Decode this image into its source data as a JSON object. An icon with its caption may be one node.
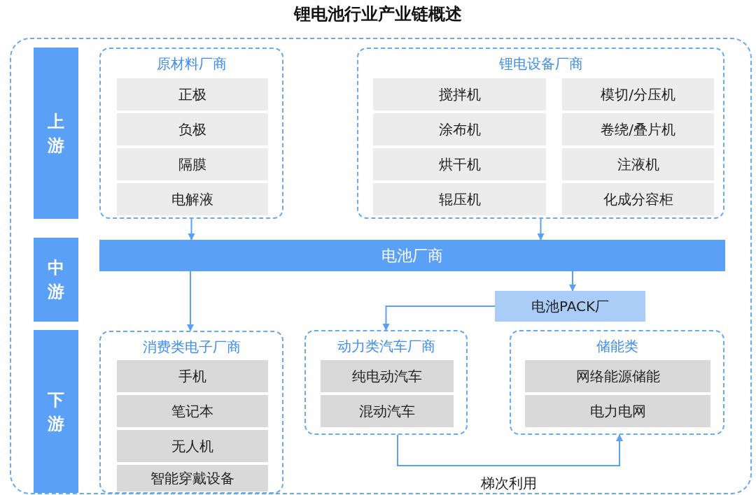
{
  "diagram": {
    "title": "锂电池行业产业链概述",
    "nodes": [
      {
        "text": [
          "上游"
        ]
      },
      {
        "text": [
          "中游"
        ]
      },
      {
        "text": [
          "下游"
        ]
      },
      {
        "text": [
          "原材料厂商"
        ]
      },
      {
        "text": [
          "正极"
        ],
        "in": 3
      },
      {
        "text": [
          "负极"
        ],
        "in": 3
      },
      {
        "text": [
          "隔膜"
        ],
        "in": 3
      },
      {
        "text": [
          "电解液"
        ],
        "in": 3
      },
      {
        "text": [
          "锂电设备厂商"
        ]
      },
      {
        "text": [
          "搅拌机"
        ],
        "in": 8
      },
      {
        "text": [
          "模切/分压机"
        ],
        "in": 8
      },
      {
        "text": [
          "涂布机"
        ],
        "in": 8
      },
      {
        "text": [
          "卷绕/叠片机"
        ],
        "in": 8
      },
      {
        "text": [
          "烘干机"
        ],
        "in": 8
      },
      {
        "text": [
          "注液机"
        ],
        "in": 8
      },
      {
        "text": [
          "辊压机"
        ],
        "in": 8
      },
      {
        "text": [
          "化成分容柜"
        ],
        "in": 8
      },
      {
        "text": [
          "电池厂商"
        ]
      },
      {
        "text": [
          "电池PACK厂"
        ]
      },
      {
        "text": [
          "消费类电子厂商"
        ]
      },
      {
        "text": [
          "手机"
        ],
        "in": 19
      },
      {
        "text": [
          "笔记本"
        ],
        "in": 19
      },
      {
        "text": [
          "无人机"
        ],
        "in": 19
      },
      {
        "text": [
          "智能穿戴设备"
        ],
        "in": 19
      },
      {
        "text": [
          "动力类汽车厂商"
        ]
      },
      {
        "text": [
          "纯电动汽车"
        ],
        "in": 24
      },
      {
        "text": [
          "混动汽车"
        ],
        "in": 24
      },
      {
        "text": [
          "储能类"
        ]
      },
      {
        "text": [
          "网络能源储能"
        ],
        "in": 27
      },
      {
        "text": [
          "电力电网"
        ],
        "in": 27
      }
    ],
    "edges": [
      {
        "from": 3,
        "to": 17,
        "arrow": "to"
      },
      {
        "from": 8,
        "to": 17,
        "arrow": "to"
      },
      {
        "from": 17,
        "to": 19,
        "arrow": "to"
      },
      {
        "from": 17,
        "to": 18,
        "arrow": "to"
      },
      {
        "from": 18,
        "to": 24,
        "arrow": "to"
      },
      {
        "from": 24,
        "to": 27,
        "arrow": "to",
        "label": "梯次利用"
      }
    ]
  }
}
